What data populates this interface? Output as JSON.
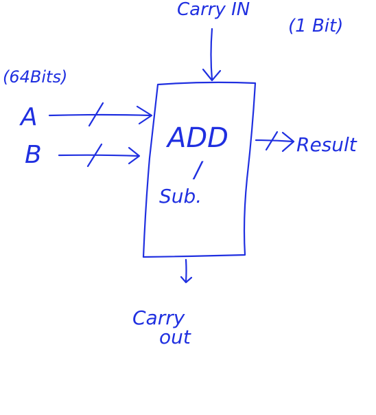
{
  "colors": {
    "ink": "#1f2fe0",
    "background": "#ffffff"
  },
  "labels": {
    "carry_in": "Carry IN",
    "carry_in_width": "(1 Bit)",
    "operand_width": "(64Bits)",
    "input_a": "A",
    "input_b": "B",
    "block_add": "ADD",
    "block_slash": "/",
    "block_sub": "Sub.",
    "output_result": "Result",
    "carry_out_line1": "Carry",
    "carry_out_line2": "out"
  }
}
